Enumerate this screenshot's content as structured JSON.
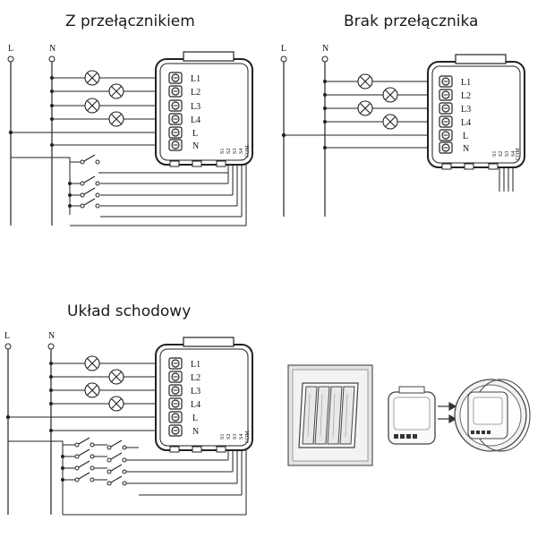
{
  "titles": {
    "with_switch": "Z przełącznikiem",
    "no_switch": "Brak przełącznika",
    "staircase": "Układ schodowy"
  },
  "labels": {
    "live": "L",
    "neutral": "N"
  },
  "module": {
    "terminals": [
      "L1",
      "L2",
      "L3",
      "L4",
      "L",
      "N"
    ],
    "switch_inputs": [
      "S1",
      "S2",
      "S3",
      "S4"
    ],
    "com": "COM"
  }
}
